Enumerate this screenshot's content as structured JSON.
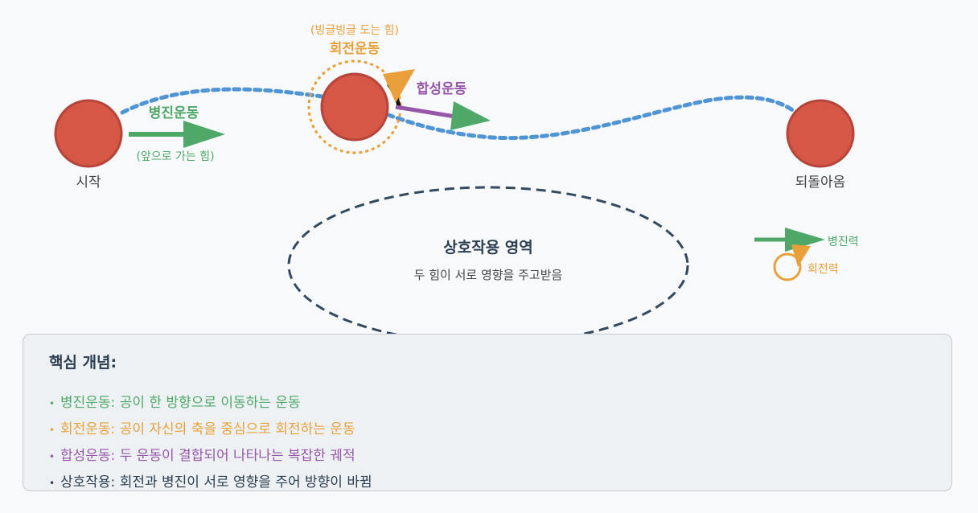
{
  "balls": {
    "start_label": "시작",
    "return_label": "되돌아옴"
  },
  "labels": {
    "translation": "병진운동",
    "translation_sub": "(앞으로 가는 힘)",
    "rotation": "회전운동",
    "rotation_sub": "(빙글빙글 도는 힘)",
    "combined": "합성운동"
  },
  "interaction": {
    "title": "상호작용 영역",
    "subtitle": "두 힘이 서로 영향을 주고받음"
  },
  "legend": {
    "translation": "병진력",
    "rotation": "회전력"
  },
  "concepts": {
    "title": "핵심 개념:",
    "bullet": "•",
    "items": [
      "병진운동: 공이 한 방향으로 이동하는 운동",
      "회전운동: 공이 자신의 축을 중심으로 회전하는 운동",
      "합성운동: 두 운동이 결합되어 나타나는 복잡한 궤적",
      "상호작용: 회전과 병진이 서로 영향을 주어 방향이 바뀜"
    ]
  },
  "colors": {
    "ball": "#d65745",
    "translation": "#4fa868",
    "rotation": "#e9a03a",
    "combined": "#9656aa",
    "trajectory": "#4f94d4",
    "interaction": "#34495e"
  }
}
